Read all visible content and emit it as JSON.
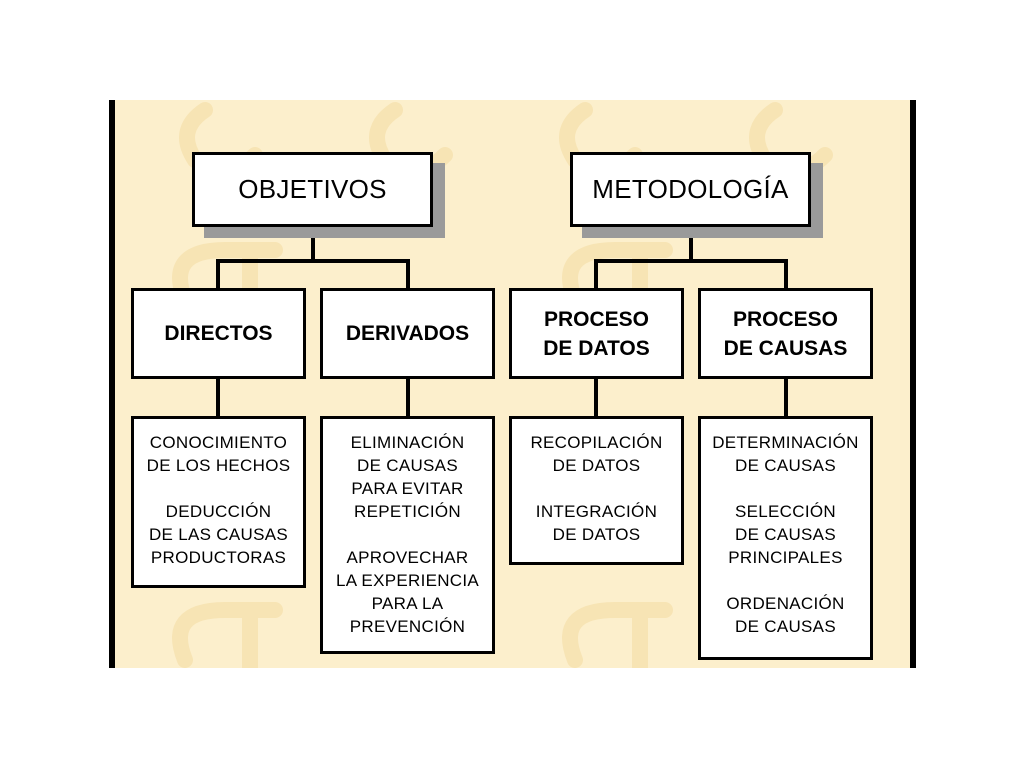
{
  "colors": {
    "panel_bg": "#fcefcc",
    "border": "#000000",
    "shadow": "#9a9a9a"
  },
  "objetivos": {
    "title": "OBJETIVOS",
    "directos": {
      "label": "DIRECTOS",
      "detail": "CONOCIMIENTO\nDE LOS HECHOS\n\nDEDUCCIÓN\nDE LAS CAUSAS\nPRODUCTORAS"
    },
    "derivados": {
      "label": "DERIVADOS",
      "detail": "ELIMINACIÓN\nDE CAUSAS\nPARA EVITAR\nREPETICIÓN\n\nAPROVECHAR\nLA EXPERIENCIA\nPARA LA\nPREVENCIÓN"
    }
  },
  "metodologia": {
    "title": "METODOLOGÍA",
    "proceso_datos": {
      "label": "PROCESO\nDE DATOS",
      "detail": "RECOPILACIÓN\nDE DATOS\n\nINTEGRACIÓN\nDE DATOS"
    },
    "proceso_causas": {
      "label": "PROCESO\nDE CAUSAS",
      "detail": "DETERMINACIÓN\nDE CAUSAS\n\nSELECCIÓN\nDE CAUSAS\nPRINCIPALES\n\nORDENACIÓN\nDE CAUSAS"
    }
  }
}
